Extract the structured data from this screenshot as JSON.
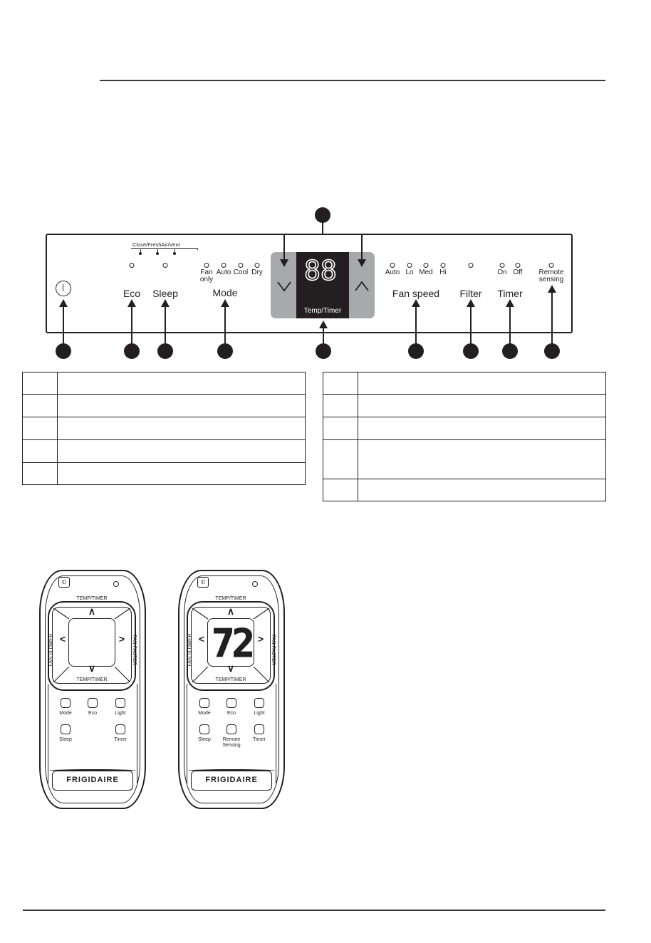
{
  "panel": {
    "vent_label": "Close/FreshAir/Vent",
    "buttons": {
      "eco": "Eco",
      "sleep": "Sleep",
      "mode": "Mode",
      "fan_speed": "Fan speed",
      "filter": "Filter",
      "timer": "Timer"
    },
    "mode_indicators": {
      "fan": "Fan",
      "fan_only": "only",
      "auto": "Auto",
      "cool": "Cool",
      "dry": "Dry"
    },
    "fan_indicators": {
      "auto": "Auto",
      "lo": "Lo",
      "med": "Med",
      "hi": "Hi"
    },
    "timer_indicators": {
      "on": "On",
      "off": "Off"
    },
    "remote_sensing": {
      "line1": "Remote",
      "line2": "sensing"
    },
    "display": {
      "digits": "88",
      "label": "Temp/Timer"
    }
  },
  "remote_left": {
    "temp_timer_top": "TEMP/TIMER",
    "temp_timer_bottom": "TEMP/TIMER",
    "fan_slower": "FAN SLOWER",
    "fan_faster": "FAN FASTER",
    "keys": {
      "mode": "Mode",
      "eco": "Eco",
      "light": "Light",
      "sleep": "Sleep",
      "timer": "Timer"
    },
    "brand": "FRIGIDAIRE"
  },
  "remote_right": {
    "temp_timer_top": "TEMP/TIMER",
    "temp_timer_bottom": "TEMP/TIMER",
    "fan_slower": "FAN SLOWER",
    "fan_faster": "FAN FASTER",
    "display": "72",
    "keys": {
      "mode": "Mode",
      "eco": "Eco",
      "light": "Light",
      "sleep": "Sleep",
      "remote1": "Remote",
      "remote2": "Sensing",
      "timer": "Timer"
    },
    "brand": "FRIGIDAIRE"
  }
}
